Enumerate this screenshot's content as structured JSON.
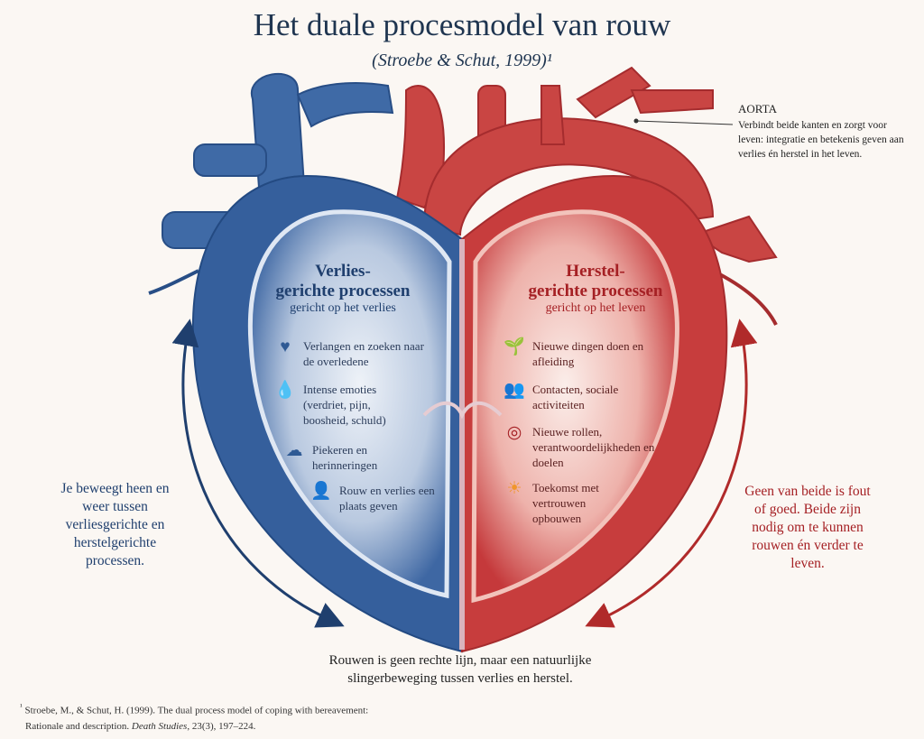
{
  "title": "Het duale procesmodel van rouw",
  "subtitle": "(Stroebe & Schut, 1999)¹",
  "aorta": {
    "label": "AORTA",
    "description": "Verbindt beide kanten en zorgt voor leven: integratie en betekenis geven aan verlies én herstel in het leven."
  },
  "loss": {
    "heading_1": "Verlies-",
    "heading_2": "gerichte processen",
    "subheading": "gericht op het verlies",
    "items": [
      {
        "icon": "heart-icon",
        "text": "Verlangen en zoeken naar de overledene"
      },
      {
        "icon": "tear-drop-icon",
        "text": "Intense emoties (verdriet, pijn, boosheid, schuld)"
      },
      {
        "icon": "thought-cloud-icon",
        "text": "Piekeren en herinneringen"
      },
      {
        "icon": "person-icon",
        "text": "Rouw en verlies een plaats geven"
      }
    ]
  },
  "restoration": {
    "heading_1": "Herstel-",
    "heading_2": "gerichte processen",
    "subheading": "gericht op het leven",
    "items": [
      {
        "icon": "sprout-icon",
        "text": "Nieuwe dingen doen en afleiding"
      },
      {
        "icon": "people-icon",
        "text": "Contacten, sociale activiteiten"
      },
      {
        "icon": "target-icon",
        "text": "Nieuwe rollen, verantwoordelijkheden en doelen"
      },
      {
        "icon": "sun-icon",
        "text": "Toekomst met vertrouwen opbouwen"
      }
    ]
  },
  "left_note": "Je beweegt heen en weer tussen verliesgerichte en herstelgerichte processen.",
  "right_note": "Geen van beide is fout of goed. Beide zijn nodig om te kunnen rouwen én verder te leven.",
  "bottom_note": "Rouwen is geen rechte lijn, maar een natuurlijke slingerbeweging tussen verlies en herstel.",
  "footnote": {
    "marker": "¹",
    "text_1": "Stroebe, M., & Schut, H. (1999). The dual process model of coping with bereavement:",
    "text_2": "Rationale and description.",
    "journal": "Death Studies",
    "text_3": ", 23(3), 197–224."
  },
  "colors": {
    "blue": "#2f5a94",
    "red": "#c8383a",
    "ink": "#1f3550"
  }
}
